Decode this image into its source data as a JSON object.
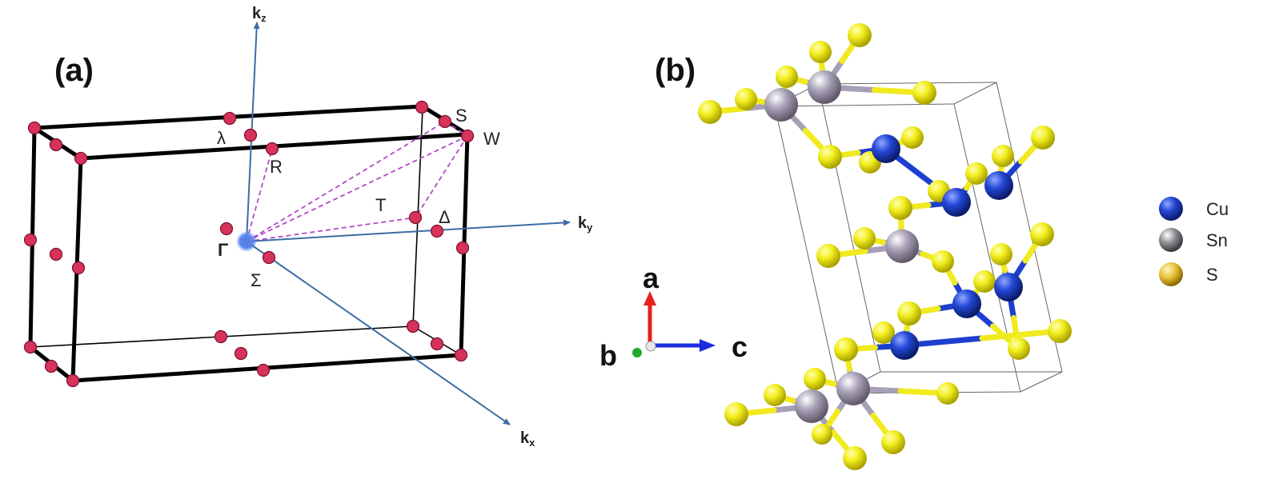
{
  "panel_a": {
    "label": "(a)",
    "axes": {
      "kz": {
        "main": "k",
        "sub": "z"
      },
      "ky": {
        "main": "k",
        "sub": "y"
      },
      "kx": {
        "main": "k",
        "sub": "x"
      }
    },
    "points": {
      "gamma": "Γ",
      "lambda": "λ",
      "R": "R",
      "S": "S",
      "W": "W",
      "T": "T",
      "delta": "Δ",
      "sigma": "Σ"
    },
    "colors": {
      "box": "#000000",
      "axis": "#3b6ea5",
      "path": "#b04ac8",
      "point": "#d6325a",
      "gamma": "#4a7ef0"
    }
  },
  "panel_b": {
    "label": "(b)",
    "triad": {
      "a": "a",
      "b": "b",
      "c": "c"
    },
    "triad_colors": {
      "a": "#e8201a",
      "b": "#1faa2a",
      "c": "#1a2ee0"
    },
    "legend": [
      {
        "element": "Cu",
        "color": "#1d3fcf"
      },
      {
        "element": "Sn",
        "color": "#8a8a90"
      },
      {
        "element": "S",
        "color": "#e8c23a"
      }
    ],
    "atom_colors": {
      "Cu": "#1d3fcf",
      "Sn": "#a79fb5",
      "S": "#f0ea1e"
    }
  }
}
